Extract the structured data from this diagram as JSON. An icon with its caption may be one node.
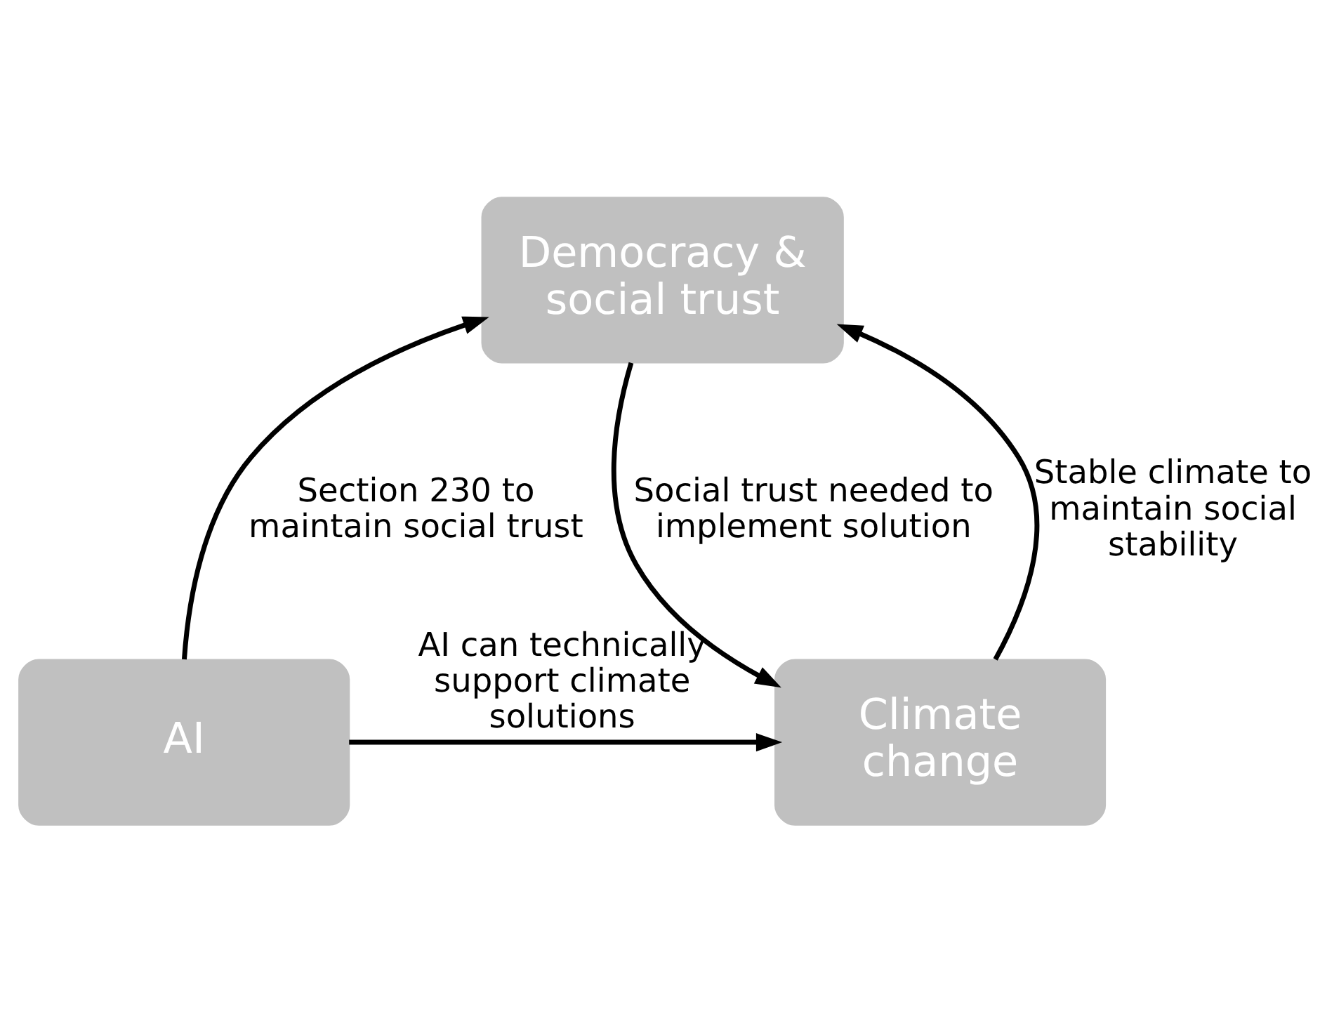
{
  "diagram": {
    "nodes": [
      {
        "text": [
          "Democracy & social trust"
        ]
      },
      {
        "text": [
          "Climate change"
        ]
      },
      {
        "text": [
          "AI"
        ]
      }
    ],
    "edges": [
      {
        "from": 0,
        "to": 1,
        "arrow": "to",
        "label": "Social trust needed to implement solution"
      },
      {
        "from": 1,
        "to": 0,
        "arrow": "to",
        "label": "Stable climate to maintain social stability"
      },
      {
        "from": 2,
        "to": 0,
        "arrow": "to",
        "label": "Section 230 to maintain social trust"
      },
      {
        "from": 2,
        "to": 1,
        "arrow": "to",
        "label": "AI can technically support climate solutions"
      }
    ]
  }
}
